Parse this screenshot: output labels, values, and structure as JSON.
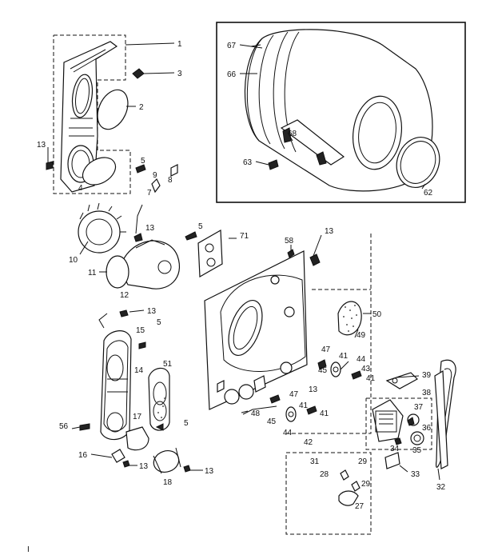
{
  "labels": {
    "p1": "1",
    "p2": "2",
    "p3": "3",
    "p4": "4",
    "p5a": "5",
    "p5b": "5",
    "p5c": "5",
    "p5d": "5",
    "p7": "7",
    "p8": "8",
    "p10": "10",
    "p11": "11",
    "p12": "12",
    "p13a": "13",
    "p13b": "13",
    "p13c": "13",
    "p13d": "13",
    "p13e": "13",
    "p13f": "13",
    "p13g": "13",
    "p14": "14",
    "p15": "15",
    "p16": "16",
    "p17": "17",
    "p18": "18",
    "p27": "27",
    "p28": "28",
    "p29a": "29",
    "p29b": "29",
    "p31": "31",
    "p32": "32",
    "p33": "33",
    "p34": "34",
    "p35": "35",
    "p36": "36",
    "p37": "37",
    "p38": "38",
    "p39": "39",
    "p41a": "41",
    "p41b": "41",
    "p41c": "41",
    "p41d": "41",
    "p42": "42",
    "p43": "43",
    "p44a": "44",
    "p44b": "44",
    "p45a": "45",
    "p45b": "45",
    "p47a": "47",
    "p47b": "47",
    "p48": "48",
    "p49": "49",
    "p50": "50",
    "p51": "51",
    "p56": "56",
    "p58": "58",
    "p62": "62",
    "p63": "63",
    "p66": "66",
    "p67": "67",
    "p68": "68",
    "p71": "71",
    "pI": "I"
  },
  "colors": {
    "ink": "#111111",
    "paper": "#ffffff"
  }
}
